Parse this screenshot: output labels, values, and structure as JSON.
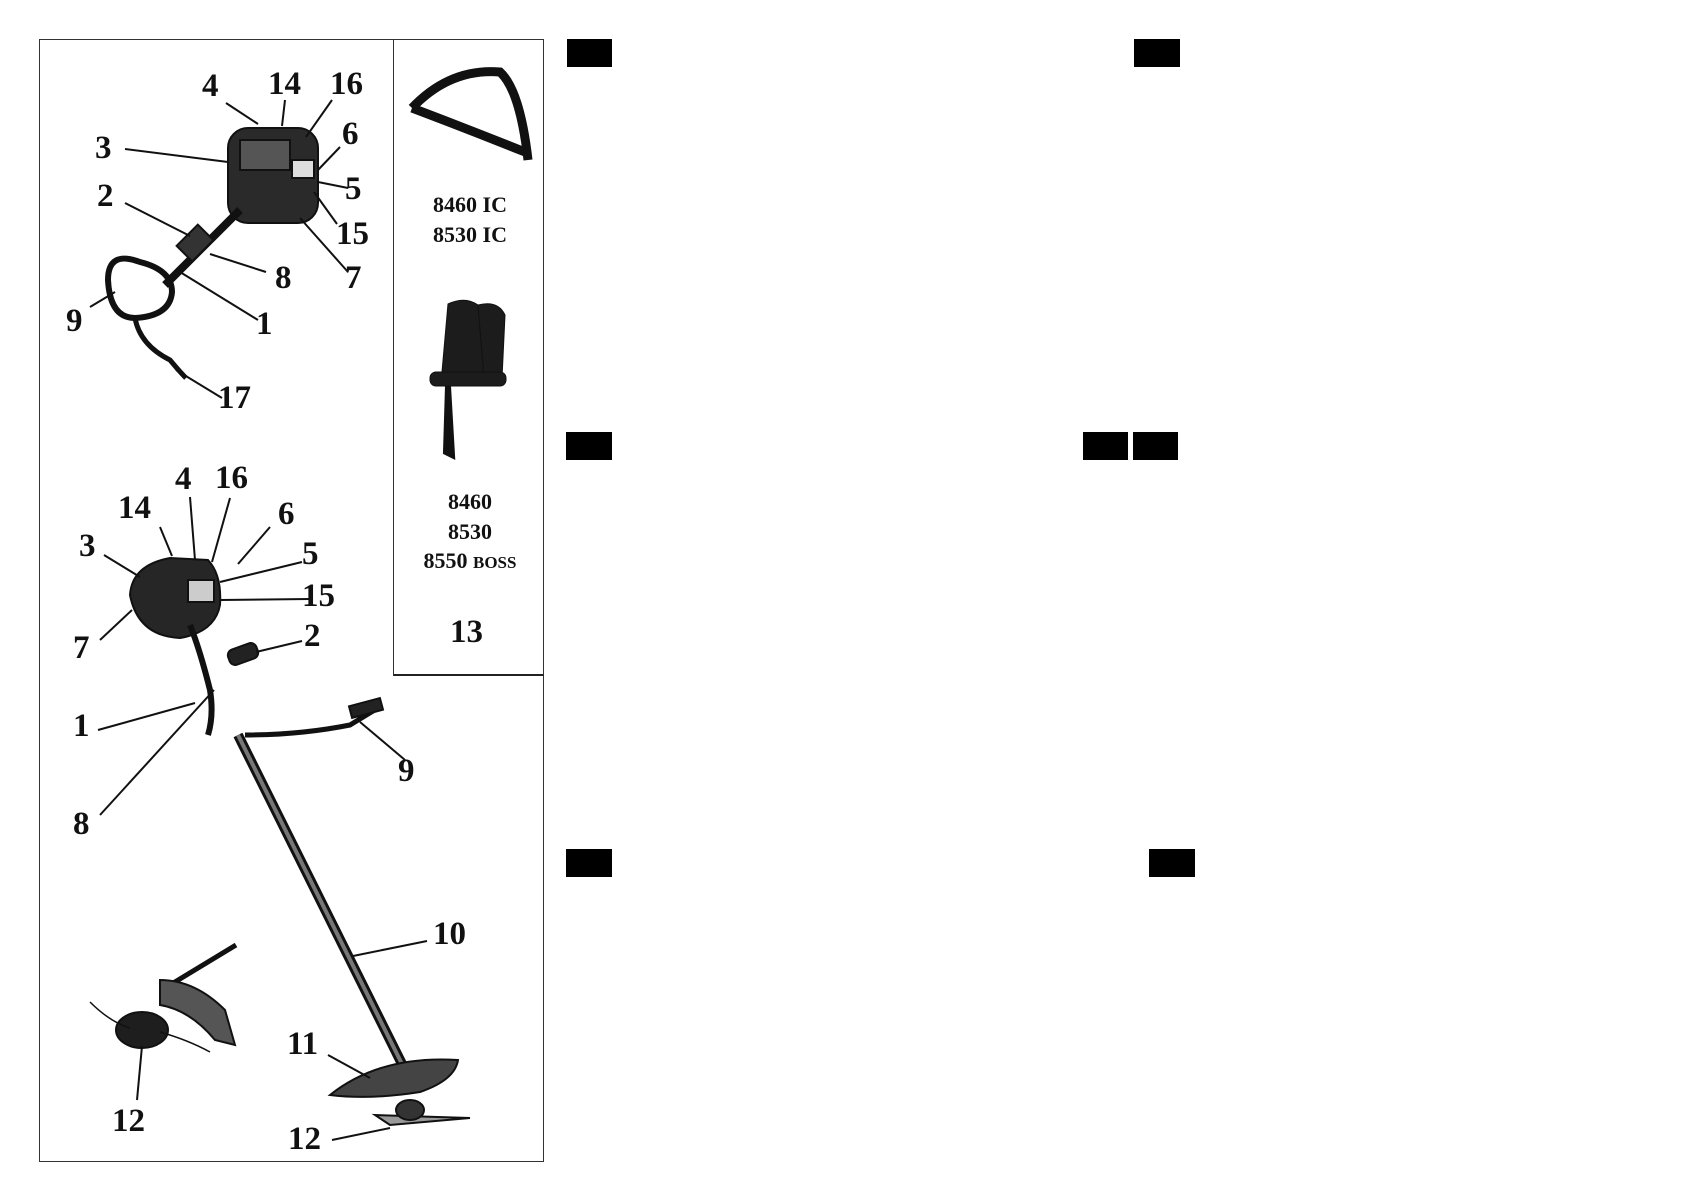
{
  "top_diagram": {
    "labels": [
      "4",
      "14",
      "16",
      "3",
      "6",
      "2",
      "5",
      "15",
      "8",
      "7",
      "9",
      "1",
      "17"
    ]
  },
  "bottom_diagram": {
    "labels": [
      "4",
      "16",
      "14",
      "6",
      "3",
      "5",
      "15",
      "7",
      "2",
      "1",
      "9",
      "8",
      "10",
      "11",
      "12",
      "12"
    ]
  },
  "accessories": {
    "strap_models": [
      "8460 IC",
      "8530 IC"
    ],
    "harness_models": [
      "8460",
      "8530",
      "8550"
    ],
    "harness_suffix": "BOSS",
    "part_number": "13"
  },
  "language_tags": [
    "tag-1",
    "tag-2",
    "tag-3",
    "tag-4a",
    "tag-4b",
    "tag-5",
    "tag-6"
  ]
}
